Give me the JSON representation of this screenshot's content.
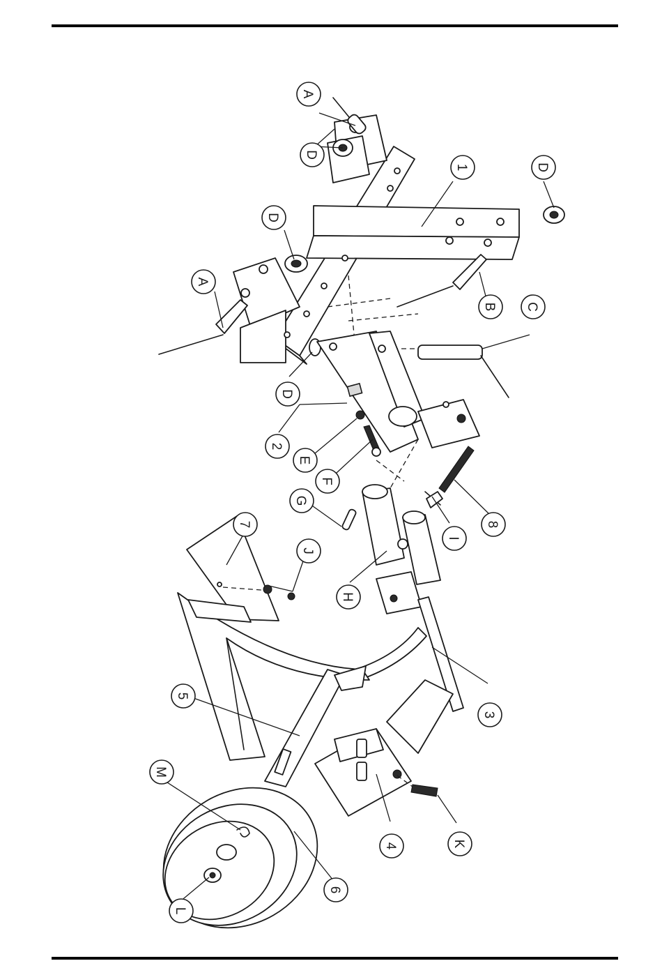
{
  "callouts": [
    {
      "id": "A1",
      "label": "A"
    },
    {
      "id": "D1",
      "label": "D"
    },
    {
      "id": "one",
      "label": "1"
    },
    {
      "id": "D2",
      "label": "D"
    },
    {
      "id": "D3",
      "label": "D"
    },
    {
      "id": "A2",
      "label": "A"
    },
    {
      "id": "B",
      "label": "B"
    },
    {
      "id": "C",
      "label": "C"
    },
    {
      "id": "D4",
      "label": "D"
    },
    {
      "id": "two",
      "label": "2"
    },
    {
      "id": "E",
      "label": "E"
    },
    {
      "id": "F",
      "label": "F"
    },
    {
      "id": "G",
      "label": "G"
    },
    {
      "id": "I",
      "label": "I"
    },
    {
      "id": "eight",
      "label": "8"
    },
    {
      "id": "seven",
      "label": "7"
    },
    {
      "id": "J",
      "label": "J"
    },
    {
      "id": "H",
      "label": "H"
    },
    {
      "id": "three",
      "label": "3"
    },
    {
      "id": "five",
      "label": "5"
    },
    {
      "id": "M",
      "label": "M"
    },
    {
      "id": "four",
      "label": "4"
    },
    {
      "id": "K",
      "label": "K"
    },
    {
      "id": "six",
      "label": "6"
    },
    {
      "id": "L",
      "label": "L"
    }
  ]
}
